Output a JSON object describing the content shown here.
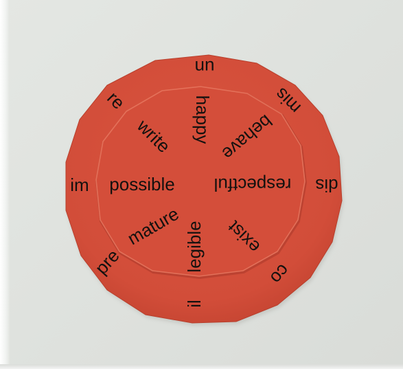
{
  "wheel": {
    "outer_prefixes": {
      "un": "un",
      "mis": "mis",
      "dis": "dis",
      "co": "co",
      "il": "il",
      "pre": "pre",
      "im": "im",
      "re": "re"
    },
    "inner_roots": {
      "happy": "happy",
      "behave": "behave",
      "respectful": "respectful",
      "exist": "exist",
      "legible": "legible",
      "mature": "mature",
      "possible": "possible",
      "write": "write"
    }
  },
  "colors": {
    "outer_disc": "#d6503c",
    "inner_disc": "#d24c38",
    "text": "#14110f",
    "background": "#e1e4e0"
  }
}
